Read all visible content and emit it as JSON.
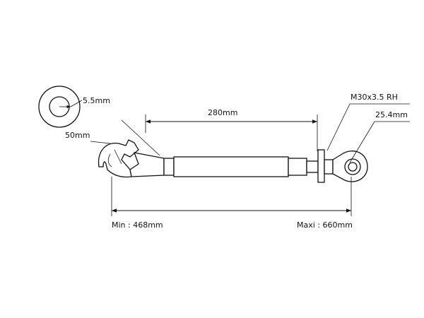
{
  "labels": {
    "hook_slot": "5.5mm",
    "hook_width": "50mm",
    "tube_length": "280mm",
    "thread": "M30x3.5 RH",
    "ball_bore": "25.4mm",
    "min_length": "Min : 468mm",
    "max_length": "Maxi : 660mm"
  }
}
